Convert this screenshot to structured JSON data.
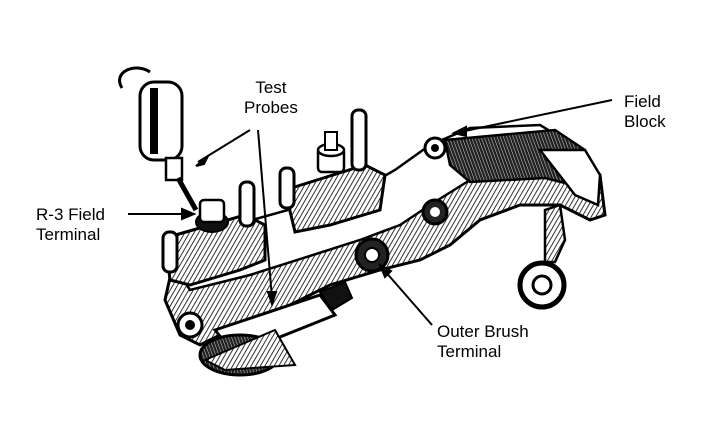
{
  "labels": {
    "test_probes": [
      "Test",
      "Probes"
    ],
    "field_block": [
      "Field",
      "Block"
    ],
    "r3_field_terminal": [
      "R-3 Field",
      "Terminal"
    ],
    "outer_brush_terminal": [
      "Outer Brush",
      "Terminal"
    ]
  },
  "colors": {
    "ink": "#000000",
    "paper": "#ffffff",
    "shade": "#3a3a3a"
  }
}
